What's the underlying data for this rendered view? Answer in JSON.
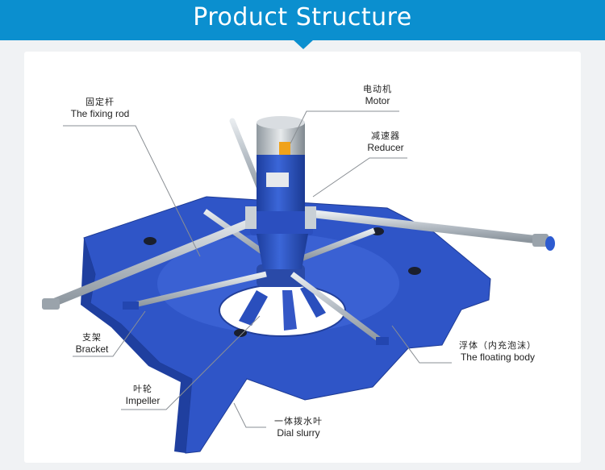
{
  "header": {
    "title": "Product Structure",
    "bg_color": "#0b8fcf"
  },
  "colors": {
    "body_blue": "#2f55c7",
    "rod_steel": "#bcc4cc",
    "leader": "#8a8f94"
  },
  "labels": {
    "fixing_rod": {
      "zh": "固定杆",
      "en": "The fixing rod"
    },
    "motor": {
      "zh": "电动机",
      "en": "Motor"
    },
    "reducer": {
      "zh": "减速器",
      "en": "Reducer"
    },
    "bracket": {
      "zh": "支架",
      "en": "Bracket"
    },
    "floating_body": {
      "zh": "浮体（内充泡沫）",
      "en": "The floating body"
    },
    "impeller": {
      "zh": "叶轮",
      "en": "Impeller"
    },
    "dial_slurry": {
      "zh": "一体拨水叶",
      "en": "Dial slurry"
    }
  }
}
